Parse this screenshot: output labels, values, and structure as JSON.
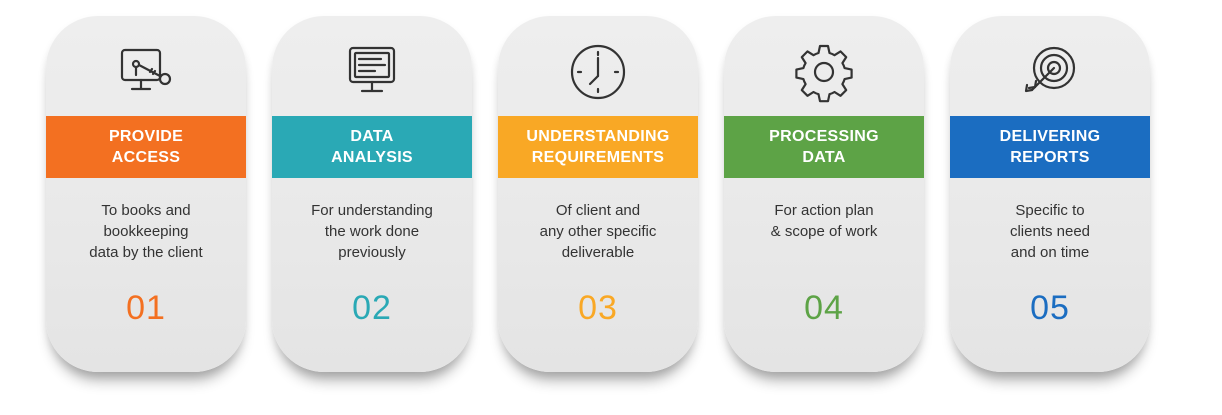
{
  "steps": [
    {
      "title_line1": "PROVIDE",
      "title_line2": "ACCESS",
      "desc_line1": "To books and",
      "desc_line2": "bookkeeping",
      "desc_line3": "data by the client",
      "number": "01",
      "color": "#f37021",
      "icon": "monitor-key-icon"
    },
    {
      "title_line1": "DATA",
      "title_line2": "ANALYSIS",
      "desc_line1": "For understanding",
      "desc_line2": "the work done",
      "desc_line3": "previously",
      "number": "02",
      "color": "#2aa9b5",
      "icon": "monitor-document-icon"
    },
    {
      "title_line1": "UNDERSTANDING",
      "title_line2": "REQUIREMENTS",
      "desc_line1": "Of client and",
      "desc_line2": "any other specific",
      "desc_line3": "deliverable",
      "number": "03",
      "color": "#f9a825",
      "icon": "clock-icon"
    },
    {
      "title_line1": "PROCESSING",
      "title_line2": "DATA",
      "desc_line1": "For action plan",
      "desc_line2": "& scope of work",
      "desc_line3": "",
      "number": "04",
      "color": "#5da346",
      "icon": "gear-icon"
    },
    {
      "title_line1": "DELIVERING",
      "title_line2": "REPORTS",
      "desc_line1": "Specific to",
      "desc_line2": "clients need",
      "desc_line3": "and on time",
      "number": "05",
      "color": "#1b6dc1",
      "icon": "target-icon"
    }
  ]
}
